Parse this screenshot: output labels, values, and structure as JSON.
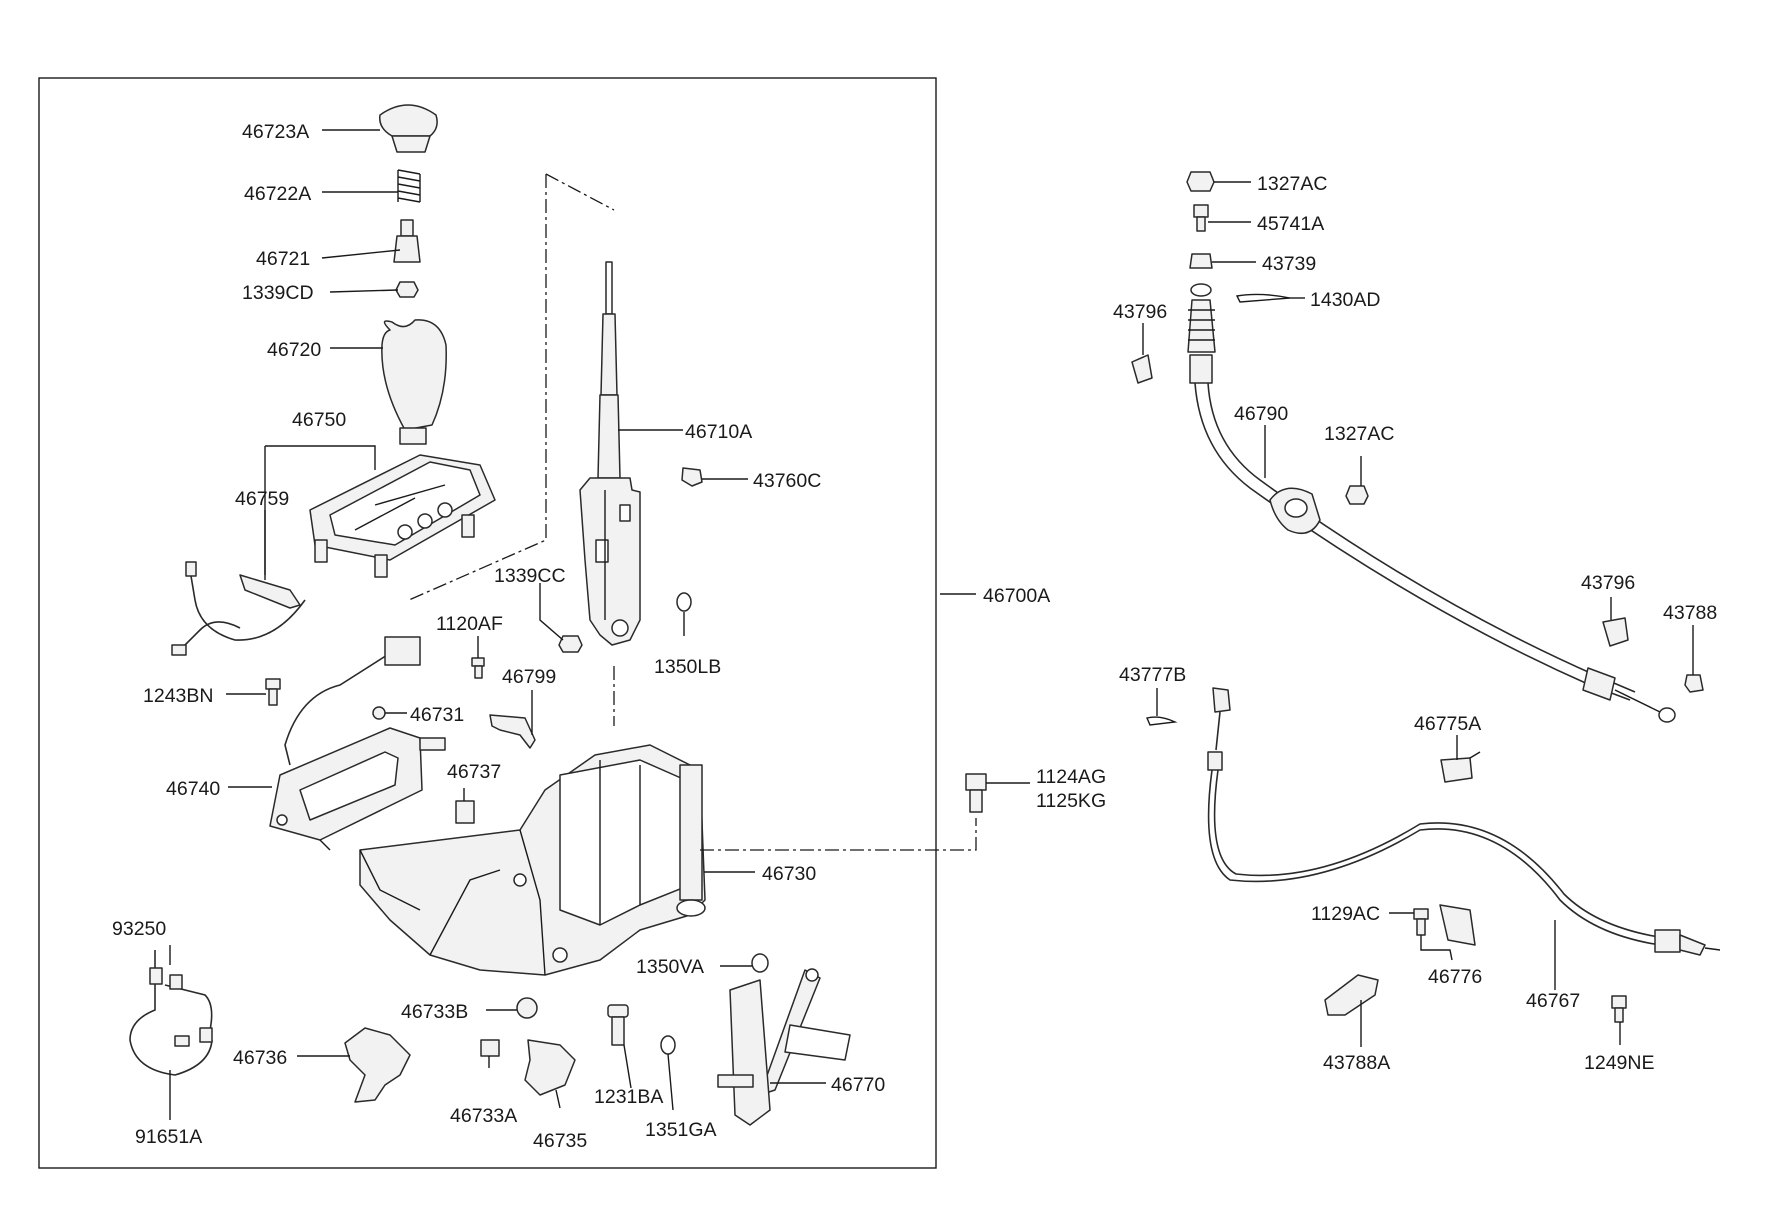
{
  "diagram": {
    "labels": {
      "p46723A": "46723A",
      "p46722A": "46722A",
      "p46721": "46721",
      "p1339CD": "1339CD",
      "p46720": "46720",
      "p46750": "46750",
      "p46759": "46759",
      "p46710A": "46710A",
      "p43760C": "43760C",
      "p1339CC": "1339CC",
      "p1120AF": "1120AF",
      "p1350LB": "1350LB",
      "p46700A": "46700A",
      "p1243BN": "1243BN",
      "p46731": "46731",
      "p46799": "46799",
      "p46740": "46740",
      "p46737": "46737",
      "p46730": "46730",
      "p93250": "93250",
      "p91651A": "91651A",
      "p1350VA": "1350VA",
      "p46733B": "46733B",
      "p46736": "46736",
      "p46733A": "46733A",
      "p46735": "46735",
      "p1231BA": "1231BA",
      "p1351GA": "1351GA",
      "p46770": "46770",
      "p1124AG": "1124AG",
      "p1125KG": "1125KG",
      "p1327AC_top": "1327AC",
      "p45741A": "45741A",
      "p43739": "43739",
      "p1430AD": "1430AD",
      "p43796_top": "43796",
      "p46790": "46790",
      "p1327AC_mid": "1327AC",
      "p43796_right": "43796",
      "p43788": "43788",
      "p43777B": "43777B",
      "p46775A": "46775A",
      "p1129AC": "1129AC",
      "p46776": "46776",
      "p46767": "46767",
      "p43788A": "43788A",
      "p1249NE": "1249NE"
    }
  }
}
